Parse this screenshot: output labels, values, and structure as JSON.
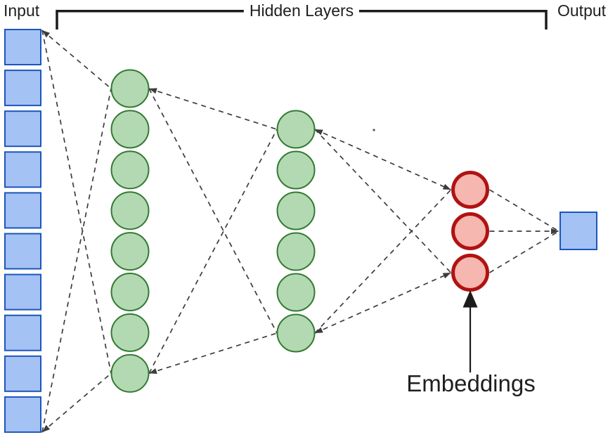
{
  "network": {
    "input_label": "Input",
    "hidden_label": "Hidden Layers",
    "output_label": "Output",
    "embeddings_label": "Embeddings",
    "layers": [
      {
        "name": "input",
        "shape": "square",
        "count": 10
      },
      {
        "name": "hidden-1",
        "shape": "circle",
        "count": 8
      },
      {
        "name": "hidden-2",
        "shape": "circle",
        "count": 6
      },
      {
        "name": "embeddings",
        "shape": "circle",
        "count": 3
      },
      {
        "name": "output",
        "shape": "square",
        "count": 1
      }
    ],
    "colors": {
      "input_fill": "#a4c2f4",
      "input_border": "#1d56bb",
      "hidden_fill": "#b3d9b3",
      "hidden_border": "#337a33",
      "embedding_fill": "#f5b7b0",
      "embedding_border": "#b11212",
      "connector": "#3d3d3d",
      "bracket": "#1b1b1b",
      "text": "#1f1f1f"
    }
  }
}
